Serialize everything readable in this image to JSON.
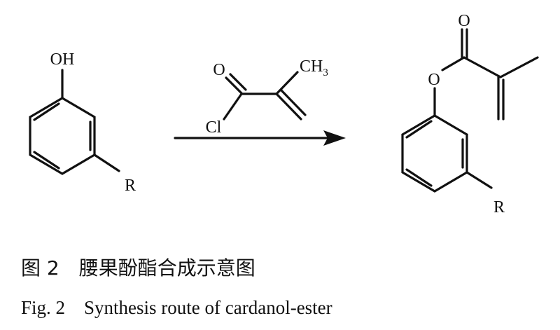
{
  "reactant": {
    "hydroxyl_label": "OH",
    "substituent_label": "R"
  },
  "reagent": {
    "oxygen_label": "O",
    "chlorine_label": "Cl",
    "methyl_label": "CH",
    "methyl_subscript": "3"
  },
  "product": {
    "carbonyl_oxygen_label": "O",
    "ester_oxygen_label": "O",
    "substituent_label": "R"
  },
  "caption": {
    "zh": "图 2　腰果酚酯合成示意图",
    "en": "Fig. 2　Synthesis route of cardanol-ester"
  }
}
